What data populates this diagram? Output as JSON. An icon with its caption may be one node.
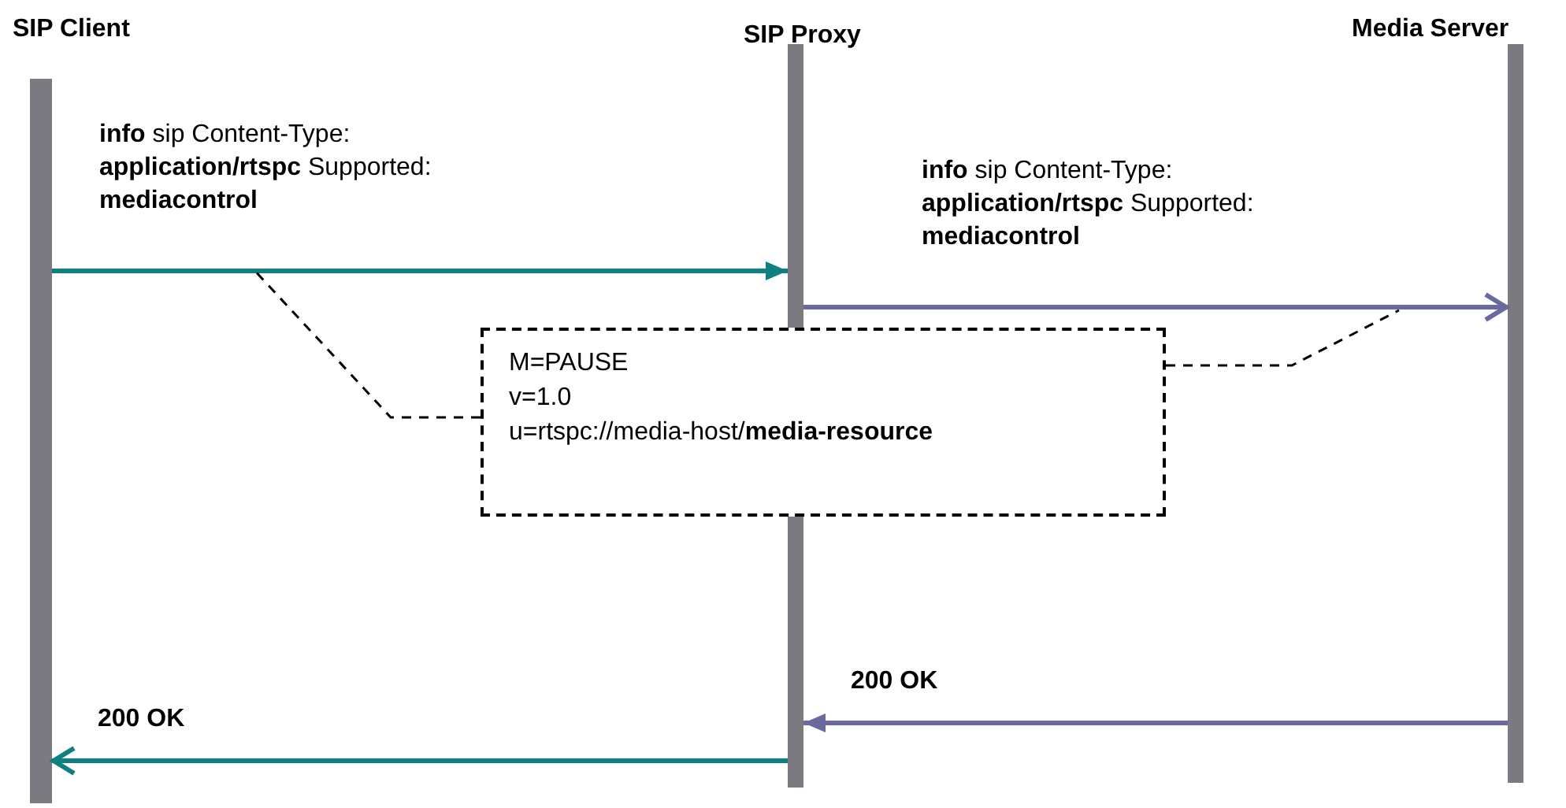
{
  "diagram": {
    "nodes": [
      {
        "text": [
          "SIP Client"
        ]
      },
      {
        "text": [
          "SIP Proxy"
        ]
      },
      {
        "text": [
          "Media Server"
        ]
      },
      {
        "text": [
          "M=PAUSE",
          "v=1.0",
          "u=rtspc://media-host/**media-resource**"
        ]
      }
    ],
    "edges": [
      {
        "from": 0,
        "to": 1,
        "arrow": "to",
        "color": "#0e8080",
        "label": "**info** sip Content-Type: **application/rtspc** Supported: **mediacontrol**"
      },
      {
        "from": 1,
        "to": 2,
        "arrow": "to",
        "color": "#6a6aa0",
        "label": "**info** sip Content-Type: **application/rtspc** Supported: **mediacontrol**"
      },
      {
        "from": 3,
        "to": null,
        "arrow": "none",
        "style": "dashed",
        "color": "#000000"
      },
      {
        "from": 3,
        "to": null,
        "arrow": "none",
        "style": "dashed",
        "color": "#000000"
      },
      {
        "from": 2,
        "to": 1,
        "arrow": "to",
        "color": "#6a6aa0",
        "label": "200 OK"
      },
      {
        "from": 1,
        "to": 0,
        "arrow": "to",
        "color": "#0e8080",
        "label": "200 OK"
      }
    ]
  }
}
